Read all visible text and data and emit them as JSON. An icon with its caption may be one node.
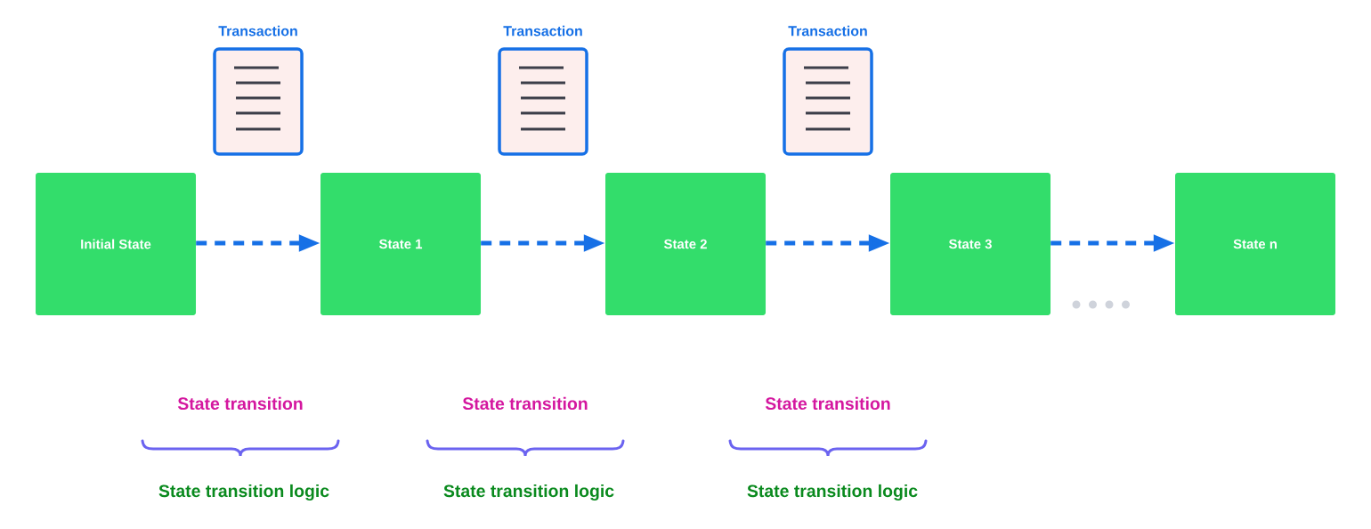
{
  "diagram": {
    "nodes": [
      {
        "text": [
          "Initial State"
        ]
      },
      {
        "text": [
          "State 1"
        ]
      },
      {
        "text": [
          "State 2"
        ]
      },
      {
        "text": [
          "State 3"
        ]
      },
      {
        "text": [
          "State n"
        ]
      },
      {
        "text": [
          "Transaction"
        ]
      },
      {
        "text": [
          "Transaction"
        ]
      },
      {
        "text": [
          "Transaction"
        ]
      }
    ],
    "edges": [
      {
        "from": 0,
        "to": 1,
        "arrow": "to",
        "style": "dashed"
      },
      {
        "from": 1,
        "to": 2,
        "arrow": "to",
        "style": "dashed"
      },
      {
        "from": 2,
        "to": 3,
        "arrow": "to",
        "style": "dashed"
      },
      {
        "from": 3,
        "to": 4,
        "arrow": "to",
        "style": "dashed"
      }
    ],
    "labels": [
      "State transition",
      "State transition",
      "State transition",
      "State transition logic",
      "State transition logic",
      "State transition logic"
    ]
  }
}
